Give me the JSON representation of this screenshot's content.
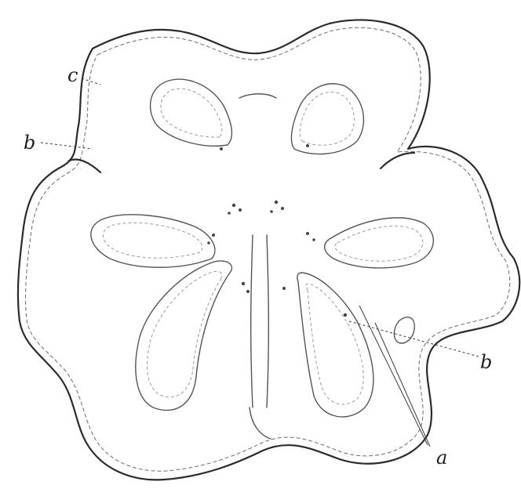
{
  "labels": {
    "top_left": "c",
    "left": "b",
    "right": "b",
    "bottom_right": "a"
  }
}
